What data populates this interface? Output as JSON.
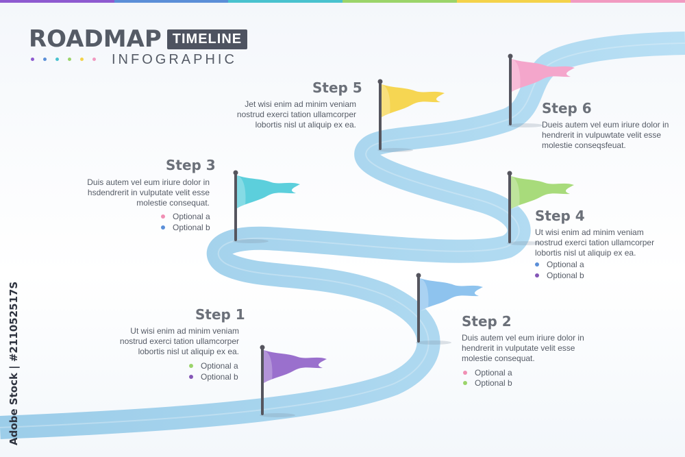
{
  "header": {
    "title": "ROADMAP",
    "badge": "TIMELINE",
    "subtitle": "INFOGRAPHIC"
  },
  "colors": {
    "road": "#a7d4ef",
    "pole": "#55555e",
    "palette": [
      "#8e5ad0",
      "#5b8fd8",
      "#49c2cf",
      "#9bd46a",
      "#f4d24a",
      "#f19ac1"
    ]
  },
  "steps": [
    {
      "title": "Step 1",
      "desc": [
        "Ut wisi enim ad minim veniam",
        "nostrud exerci tation ullamcorper",
        "lobortis nisl ut aliquip ex ea."
      ],
      "flag_color": "#9a70cd",
      "options": [
        {
          "label": "Optional a",
          "color": "#9bd46a"
        },
        {
          "label": "Optional b",
          "color": "#8456b6"
        }
      ]
    },
    {
      "title": "Step 2",
      "desc": [
        "Duis autem vel eum iriure dolor in",
        "hendrerit in vulputate velit esse",
        "molestie consequat."
      ],
      "flag_color": "#8ec3ee",
      "options": [
        {
          "label": "Optional a",
          "color": "#f08fb4"
        },
        {
          "label": "Optional b",
          "color": "#9bd46a"
        }
      ]
    },
    {
      "title": "Step 3",
      "desc": [
        "Duis autem vel eum iriure dolor in",
        "hsdendrerit in vulputate velit esse",
        "molestie consequat."
      ],
      "flag_color": "#5ccfdc",
      "options": [
        {
          "label": "Optional a",
          "color": "#f08fb4"
        },
        {
          "label": "Optional b",
          "color": "#5b8fd8"
        }
      ]
    },
    {
      "title": "Step 4",
      "desc": [
        "Ut wisi enim ad minim veniam",
        "nostrud exerci tation ullamcorper",
        "lobortis nisl ut aliquip ex ea."
      ],
      "flag_color": "#a8db7b",
      "options": [
        {
          "label": "Optional a",
          "color": "#5b8fd8"
        },
        {
          "label": "Optional b",
          "color": "#8456b6"
        }
      ]
    },
    {
      "title": "Step 5",
      "desc": [
        "Jet wisi enim ad minim veniam",
        "nostrud exerci tation ullamcorper",
        "lobortis nisl ut aliquip ex ea."
      ],
      "flag_color": "#f6d652",
      "options": []
    },
    {
      "title": "Step 6",
      "desc": [
        "Dueis autem vel eum iriure dolor in",
        "hendrerit in vulpuwtate velit esse",
        "molestie conseqsfeuat."
      ],
      "flag_color": "#f4a6cb",
      "options": []
    }
  ],
  "watermark": "Adobe Stock | #211052517S"
}
